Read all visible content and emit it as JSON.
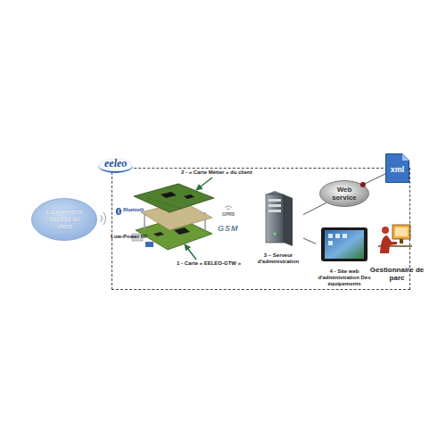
{
  "diagram": {
    "nodes": [
      {
        "text": [
          "Equipements distants du client"
        ]
      },
      {
        "text": [
          "eeleo"
        ]
      },
      {
        "text": [
          "3 – Serveur d'administration"
        ],
        "in": 1
      },
      {
        "text": [
          "Web service"
        ],
        "in": 1
      },
      {
        "text": [
          "4 - Site web d'administration Des équipements"
        ],
        "in": 1
      },
      {
        "text": [
          "xml"
        ]
      },
      {
        "text": [
          "Gestionnaire de parc"
        ]
      }
    ],
    "edges": [
      {
        "from": 2,
        "to": 3,
        "arrow": "none"
      },
      {
        "from": 2,
        "to": 4,
        "arrow": "none"
      },
      {
        "from": 3,
        "to": 5,
        "arrow": "none"
      }
    ],
    "labels": [
      "2 - « Carte Métier » du client",
      "Bluetooth",
      "GPRS",
      "GSM",
      "Low-Power RF",
      "1 - Carte « EELEO-GTW »"
    ]
  }
}
